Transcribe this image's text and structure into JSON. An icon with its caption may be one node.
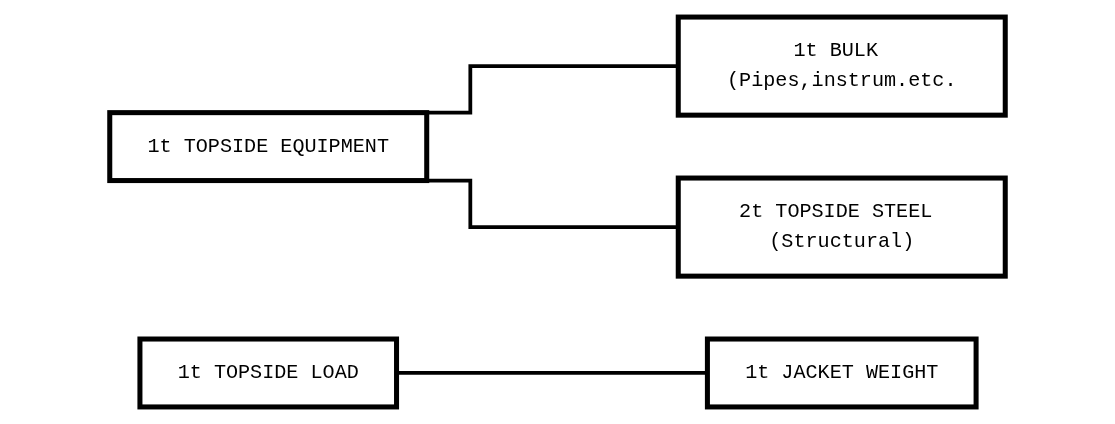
{
  "diagram": {
    "nodes": [
      {
        "text": [
          "1t TOPSIDE EQUIPMENT"
        ]
      },
      {
        "text": [
          "1t BULK (Pipes,instrum.etc."
        ]
      },
      {
        "text": [
          "2t TOPSIDE STEEL (Structural)"
        ]
      },
      {
        "text": [
          "1t TOPSIDE LOAD"
        ]
      },
      {
        "text": [
          "1t JACKET WEIGHT"
        ]
      }
    ],
    "edges": [
      {
        "from": 0,
        "to": 1,
        "arrow": "none"
      },
      {
        "from": 0,
        "to": 2,
        "arrow": "none"
      },
      {
        "from": 3,
        "to": 4,
        "arrow": "none"
      }
    ]
  }
}
